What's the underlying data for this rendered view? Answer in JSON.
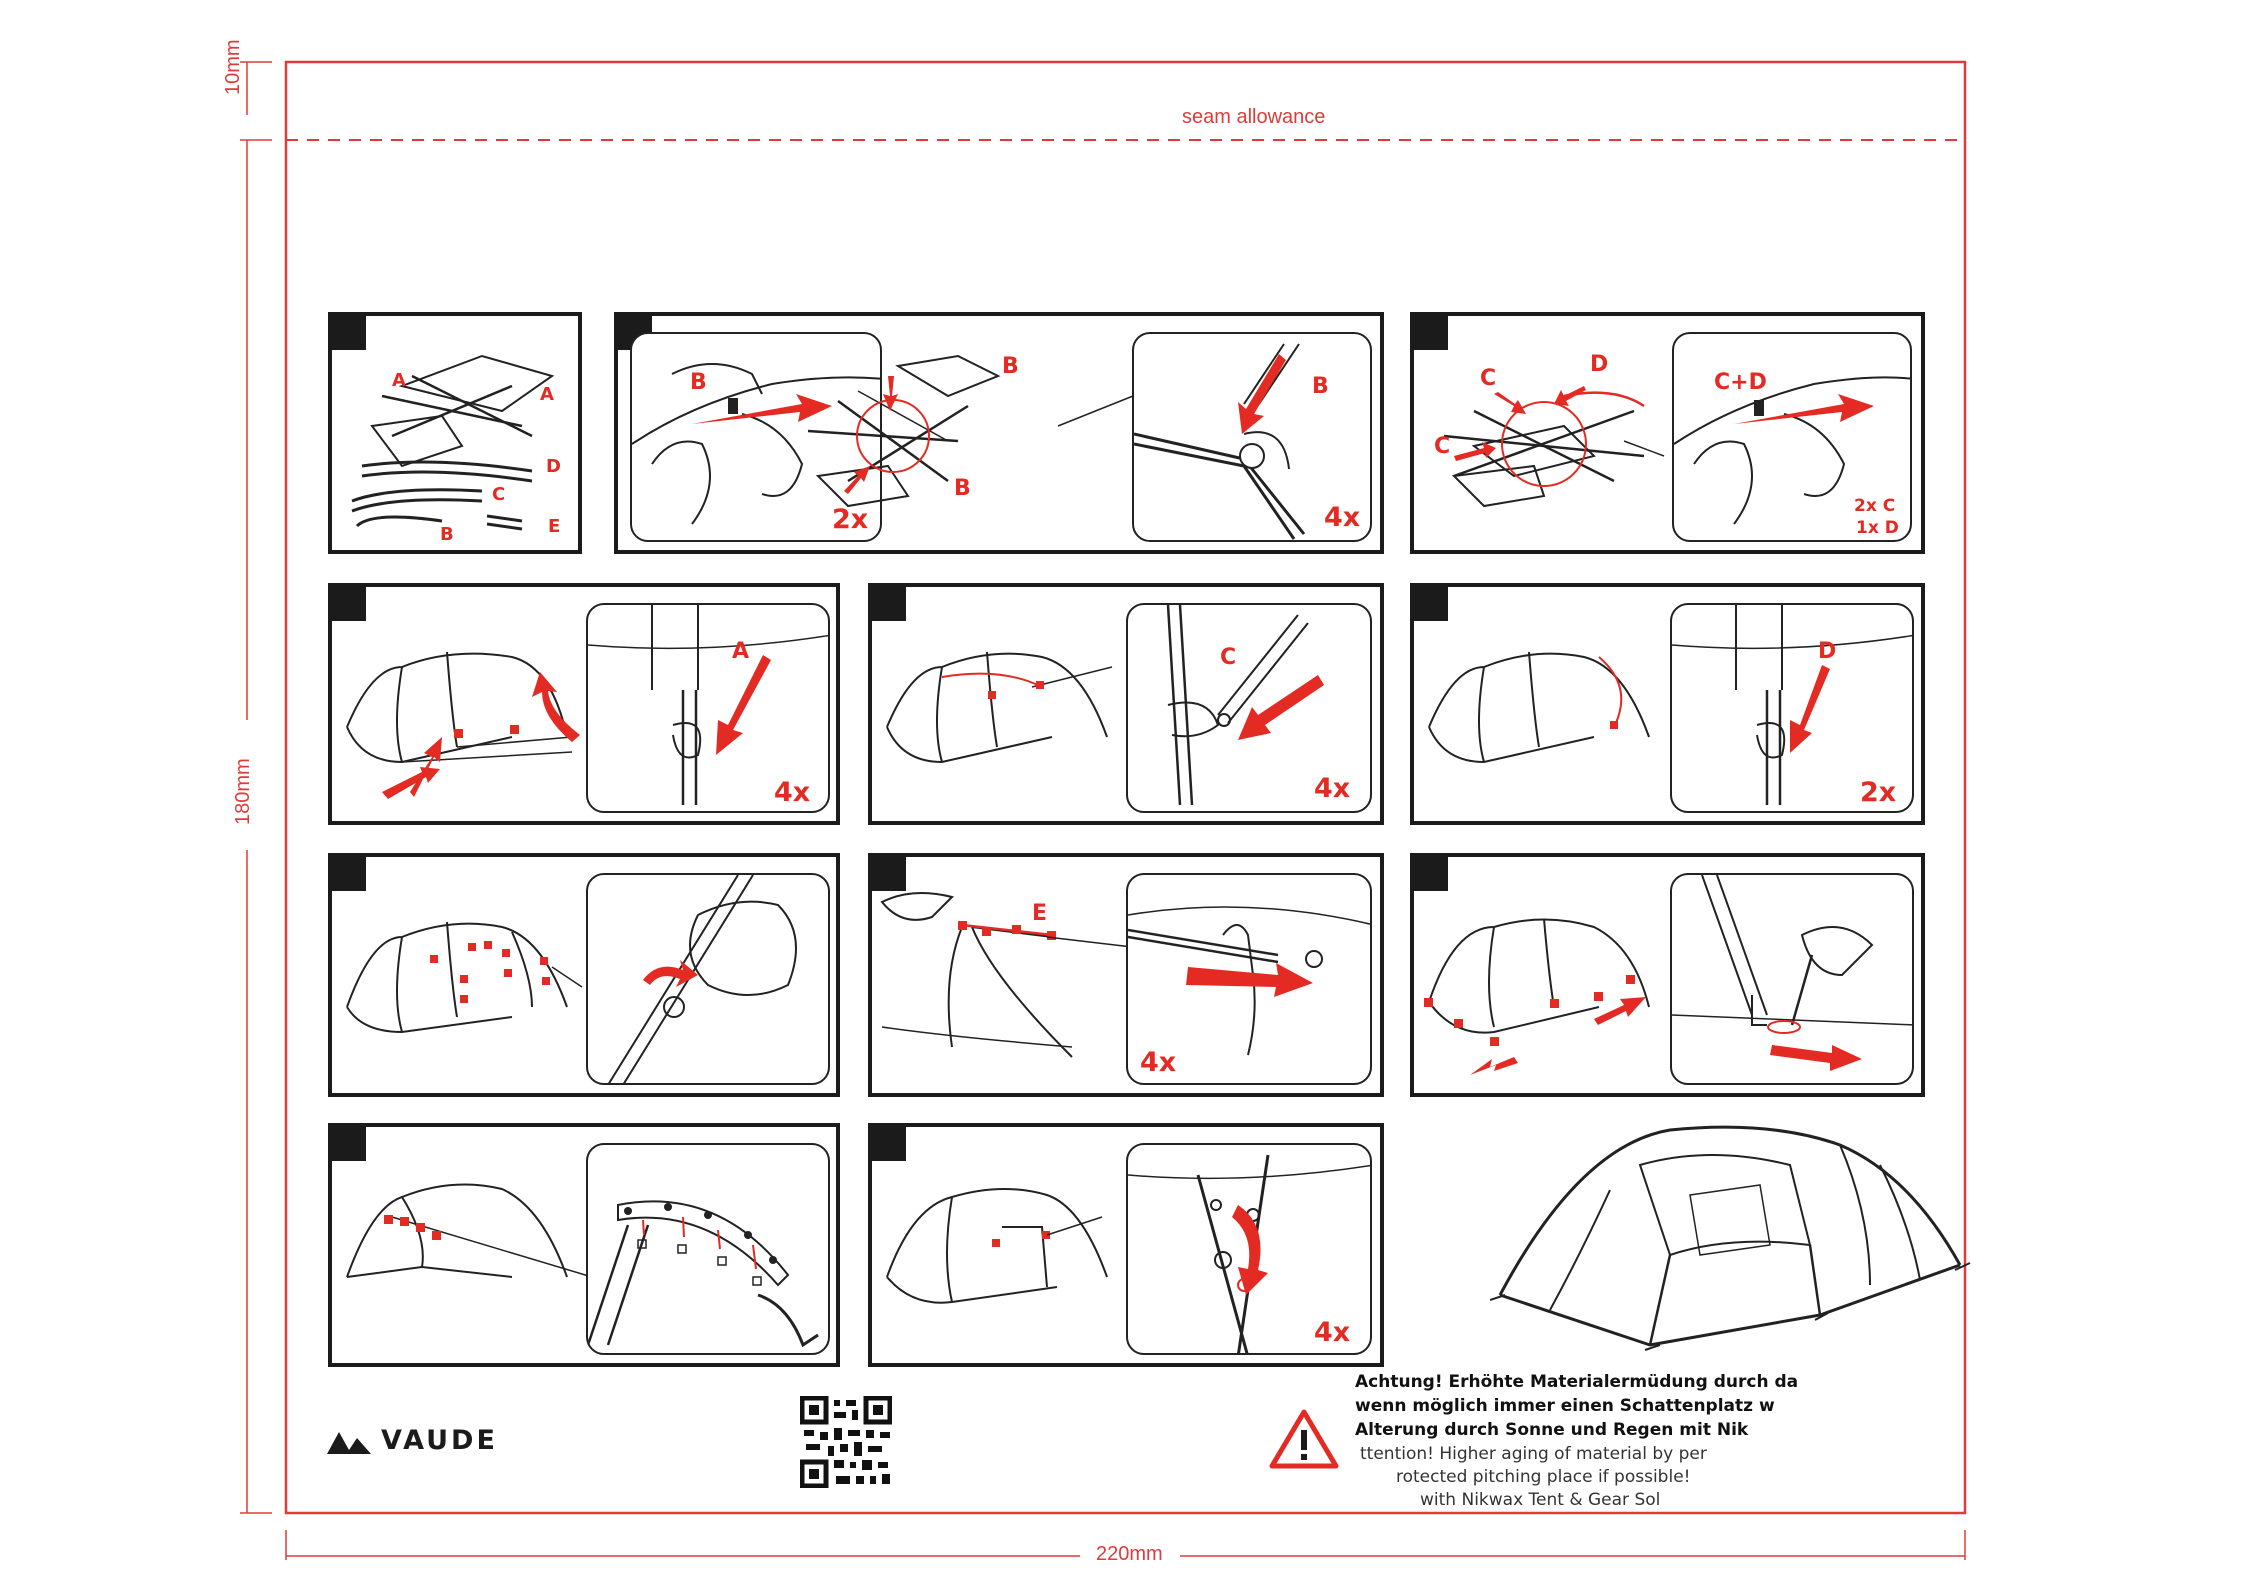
{
  "dimensions": {
    "seam_label": "seam allowance",
    "top_margin": "10mm",
    "height": "180mm",
    "width": "220mm"
  },
  "steps": {
    "s1": {
      "a1": "A",
      "a2": "A",
      "b": "B",
      "c": "C",
      "d": "D",
      "e": "E"
    },
    "s2": {
      "b1": "B",
      "b2": "B",
      "b3": "B",
      "b4": "B",
      "m1": "2x",
      "m2": "4x"
    },
    "s3": {
      "c1": "C",
      "c2": "C",
      "d": "D",
      "cd": "C+D",
      "m1": "2x C",
      "m2": "1x D"
    },
    "s4": {
      "a": "A",
      "m": "4x"
    },
    "s5": {
      "c": "C",
      "m": "4x"
    },
    "s6": {
      "d": "D",
      "m": "2x"
    },
    "s8": {
      "e": "E",
      "m": "4x"
    },
    "s11": {
      "m": "4x"
    }
  },
  "brand": {
    "name": "VAUDE",
    "logo_icon": "mountain-logo-icon"
  },
  "qr": {
    "icon": "qr-code-icon"
  },
  "warning": {
    "icon": "warning-triangle-icon",
    "de_line1": "Achtung! Erhöhte Materialermüdung durch da",
    "de_line2": "wenn möglich immer einen Schattenplatz w",
    "de_line3": "Alterung durch Sonne und Regen mit Nik",
    "en_line1": "ttention! Higher aging of material by per",
    "en_line2": "rotected pitching place if possible!",
    "en_line3": "with Nikwax Tent & Gear Sol"
  },
  "colors": {
    "accent": "#e32b24",
    "dimension": "#e03b3b",
    "ink": "#1b1b1b"
  }
}
